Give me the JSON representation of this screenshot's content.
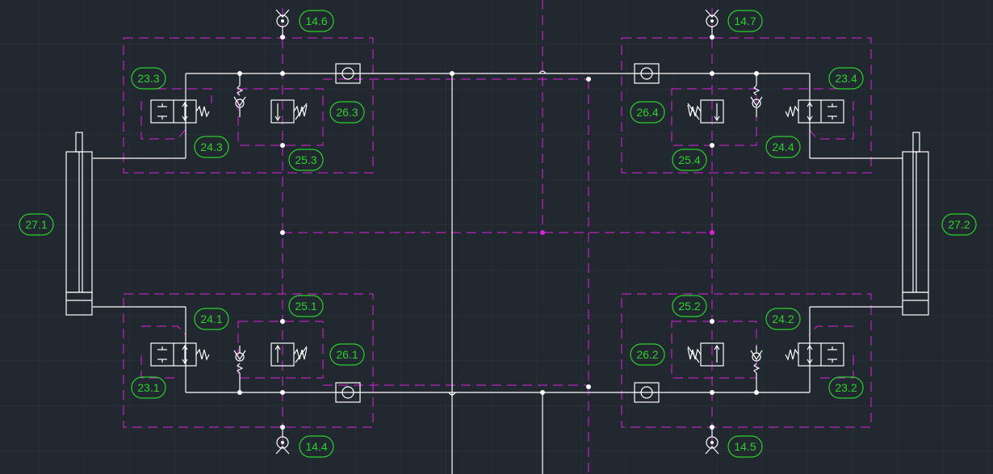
{
  "colors": {
    "background": "#212830",
    "grid": "#2c3440",
    "lines": "#ffffff",
    "dashed": "#e020e0",
    "labels": "#2bd12b"
  },
  "labels": {
    "tag_14_6": "14.6",
    "tag_14_7": "14.7",
    "tag_14_4": "14.4",
    "tag_14_5": "14.5",
    "tag_23_3": "23.3",
    "tag_23_4": "23.4",
    "tag_23_1": "23.1",
    "tag_23_2": "23.2",
    "tag_24_3": "24.3",
    "tag_24_4": "24.4",
    "tag_24_1": "24.1",
    "tag_24_2": "24.2",
    "tag_25_3": "25.3",
    "tag_25_4": "25.4",
    "tag_25_1": "25.1",
    "tag_25_2": "25.2",
    "tag_26_3": "26.3",
    "tag_26_4": "26.4",
    "tag_26_1": "26.1",
    "tag_26_2": "26.2",
    "tag_27_1": "27.1",
    "tag_27_2": "27.2"
  }
}
